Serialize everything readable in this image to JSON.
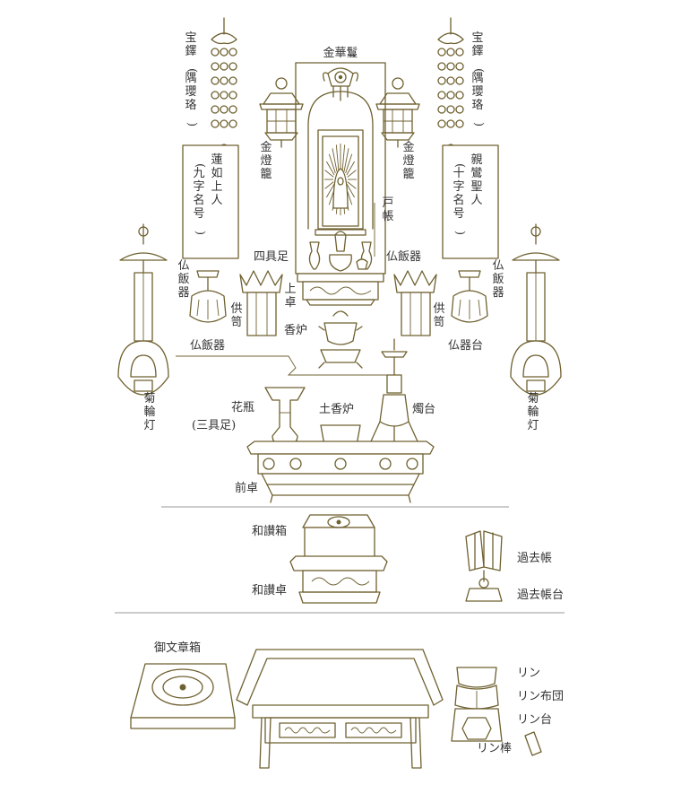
{
  "colors": {
    "line": "#6f6130",
    "text": "#333333",
    "separator": "#9a9a9a",
    "background": "#ffffff"
  },
  "labels": {
    "kinkeman": "金華鬘",
    "houtaku_left": "宝鐸(隅瓔珞)",
    "houtaku_right": "宝鐸(隅瓔珞)",
    "kintouro_left": "金燈籠",
    "kintouro_right": "金燈籠",
    "rennyo": "蓮如上人",
    "rennyo_sub": "(九字名号)",
    "shinran": "親鸞聖人",
    "shinran_sub": "(十字名号)",
    "tobari": "戸帳",
    "shigusoku": "四具足",
    "buppanki_top": "仏飯器",
    "buppanki_left": "仏飯器",
    "buppanki_lower": "仏飯器",
    "buppanki_right": "仏飯器",
    "uwajoku": "上卓",
    "koro": "香炉",
    "kuge_left": "供笥",
    "kuge_right": "供笥",
    "bukkidai": "仏器台",
    "kikurinto_left": "菊輪灯",
    "kikurinto_right": "菊輪灯",
    "kebin": "花瓶",
    "mitsugusoku": "(三具足)",
    "dokoro": "土香炉",
    "shokudai": "燭台",
    "maejoku": "前卓",
    "wasanbako": "和讃箱",
    "wasanjoku": "和讃卓",
    "kakocho": "過去帳",
    "kakochodai": "過去帳台",
    "gobunshobako": "御文章箱",
    "rin": "リン",
    "rin_futon": "リン布団",
    "rin_dai": "リン台",
    "rin_bou": "リン棒"
  }
}
